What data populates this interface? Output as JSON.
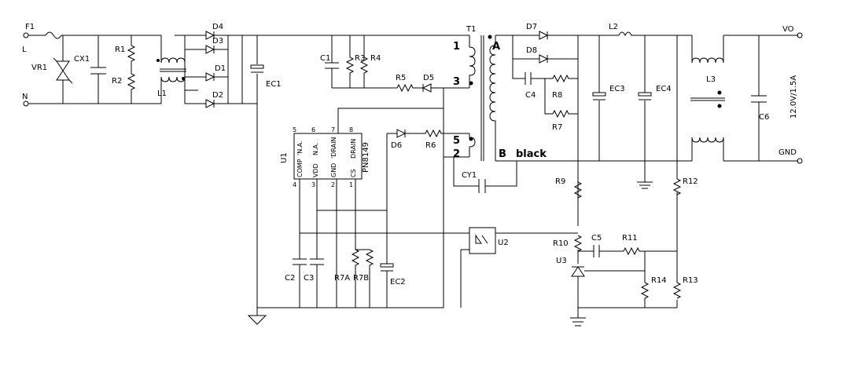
{
  "components": {
    "F1": "F1",
    "L_in": "L",
    "N_in": "N",
    "VR1": "VR1",
    "CX1": "CX1",
    "R1": "R1",
    "R2": "R2",
    "L1": "L1",
    "D1": "D1",
    "D2": "D2",
    "D3": "D3",
    "D4": "D4",
    "EC1": "EC1",
    "C1": "C1",
    "R3": "R3",
    "R4": "R4",
    "R5": "R5",
    "D5": "D5",
    "T1": "T1",
    "D6": "D6",
    "R6": "R6",
    "CY1": "CY1",
    "D7": "D7",
    "D8": "D8",
    "C4": "C4",
    "R8": "R8",
    "R7": "R7",
    "L2": "L2",
    "EC3": "EC3",
    "EC4": "EC4",
    "L3": "L3",
    "C6": "C6",
    "VO": "VO",
    "GND": "GND",
    "output_rating": "12.0V/1.5A",
    "R9": "R9",
    "R12": "R12",
    "R10": "R10",
    "C5": "C5",
    "R11": "R11",
    "U2": "U2",
    "U3": "U3",
    "R14": "R14",
    "R13": "R13",
    "C2": "C2",
    "C3": "C3",
    "R7A": "R7A",
    "R7B": "R7B",
    "EC2": "EC2",
    "U1": "U1",
    "U1_part": "PN8149"
  },
  "u1_pins": {
    "p5": "5",
    "p6": "6",
    "p7": "7",
    "p8": "8",
    "p4": "4",
    "p3": "3",
    "p2": "2",
    "p1": "1",
    "top5": "'N.A.",
    "top6": "N.A.",
    "top7": "'DRAIN",
    "top8": "DRAIN",
    "bot4": "COMP",
    "bot3": "VDD",
    "bot2": "GND",
    "bot1": "CS"
  },
  "t1_pins": {
    "p1": "1",
    "p3": "3",
    "p5": "5",
    "p2": "2",
    "A": "A",
    "B": "B",
    "black": "black"
  }
}
